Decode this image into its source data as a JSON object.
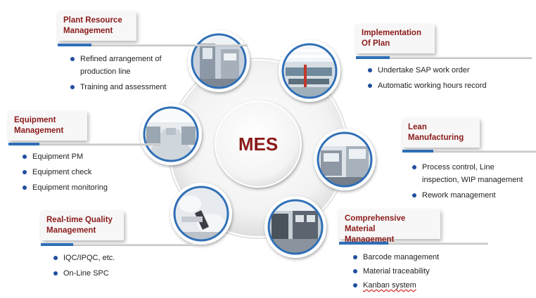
{
  "center": {
    "label": "MES"
  },
  "modules": [
    {
      "title": "Plant Resource\nManagement",
      "items": [
        "Refined arrangement of production line",
        "Training and assessment"
      ]
    },
    {
      "title": "Implementation\nOf Plan",
      "items": [
        "Undertake SAP work order",
        "Automatic working hours record"
      ]
    },
    {
      "title": "Equipment\nManagement",
      "items": [
        "Equipment PM",
        "Equipment check",
        "Equipment monitoring"
      ]
    },
    {
      "title": "Lean\nManufacturing",
      "items": [
        "Process control, Line inspection, WIP management",
        "Rework management"
      ]
    },
    {
      "title": "Real-time Quality\nManagement",
      "items": [
        "IQC/IPQC, etc.",
        "On-Line SPC"
      ]
    },
    {
      "title": "Comprehensive Material\nManagement",
      "items": [
        "Barcode management",
        "Material traceability",
        "Kanban system"
      ]
    }
  ],
  "photos": [
    {
      "icon": "production-line-photo-icon"
    },
    {
      "icon": "factory-floor-photo-icon"
    },
    {
      "icon": "equipment-room-photo-icon"
    },
    {
      "icon": "smt-machine-photo-icon"
    },
    {
      "icon": "quality-inspection-photo-icon"
    },
    {
      "icon": "material-warehouse-photo-icon"
    }
  ],
  "colors": {
    "title_red": "#8b1a1a",
    "accent_blue": "#2f6fb6",
    "bullet_blue": "#1f4e9c"
  }
}
